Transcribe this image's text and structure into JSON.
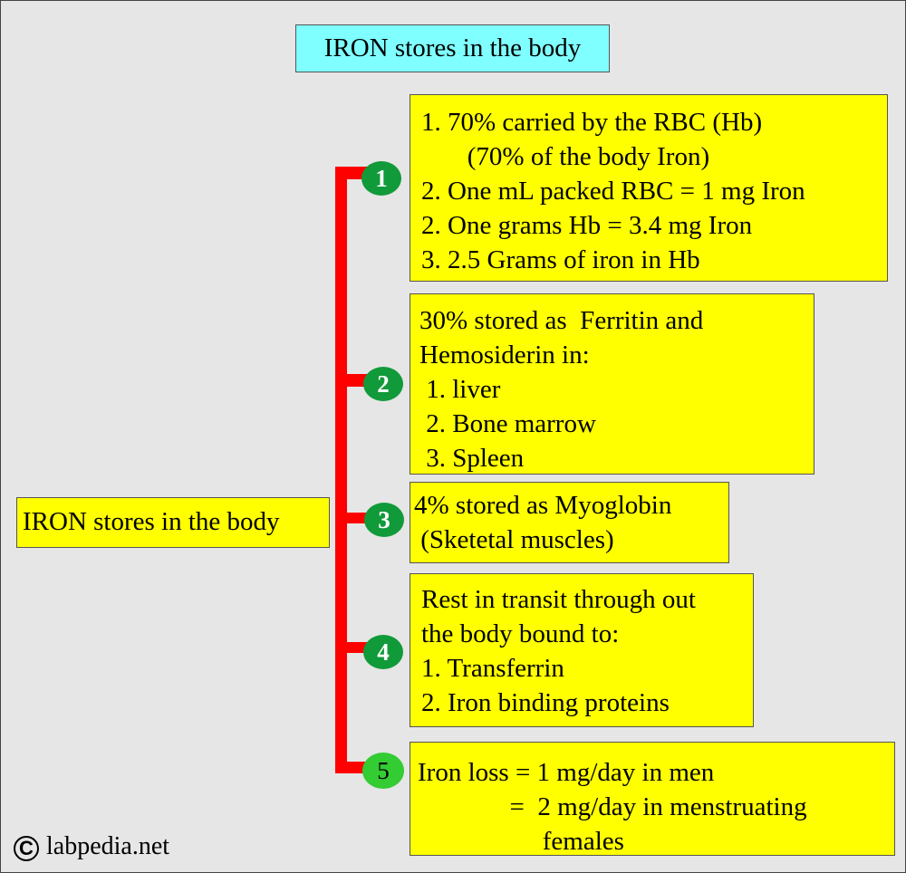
{
  "title": "IRON stores in the body",
  "root_label": "IRON stores in the body",
  "nodes": [
    {
      "number": "1",
      "text": "1. 70% carried by the RBC (Hb)\n       (70% of the body Iron)\n2. One mL packed RBC = 1 mg Iron\n2. One grams Hb = 3.4 mg Iron\n3. 2.5 Grams of iron in Hb"
    },
    {
      "number": "2",
      "text": "30% stored as  Ferritin and\nHemosiderin in:\n 1. liver\n 2. Bone marrow\n 3. Spleen"
    },
    {
      "number": "3",
      "text": "4% stored as Myoglobin\n (Sketetal muscles)"
    },
    {
      "number": "4",
      "text": "Rest in transit through out\nthe body bound to:\n1. Transferrin\n2. Iron binding proteins"
    },
    {
      "number": "5",
      "text": "Iron loss = 1 mg/day in men\n              =  2 mg/day in menstruating\n                   females"
    }
  ],
  "copyright_symbol": "C",
  "watermark": "labpedia.net",
  "colors": {
    "box": "#ffff00",
    "title": "#7fffff",
    "connector": "#ff0000",
    "circle": "#119a3a",
    "circle_last": "#33cc33"
  }
}
